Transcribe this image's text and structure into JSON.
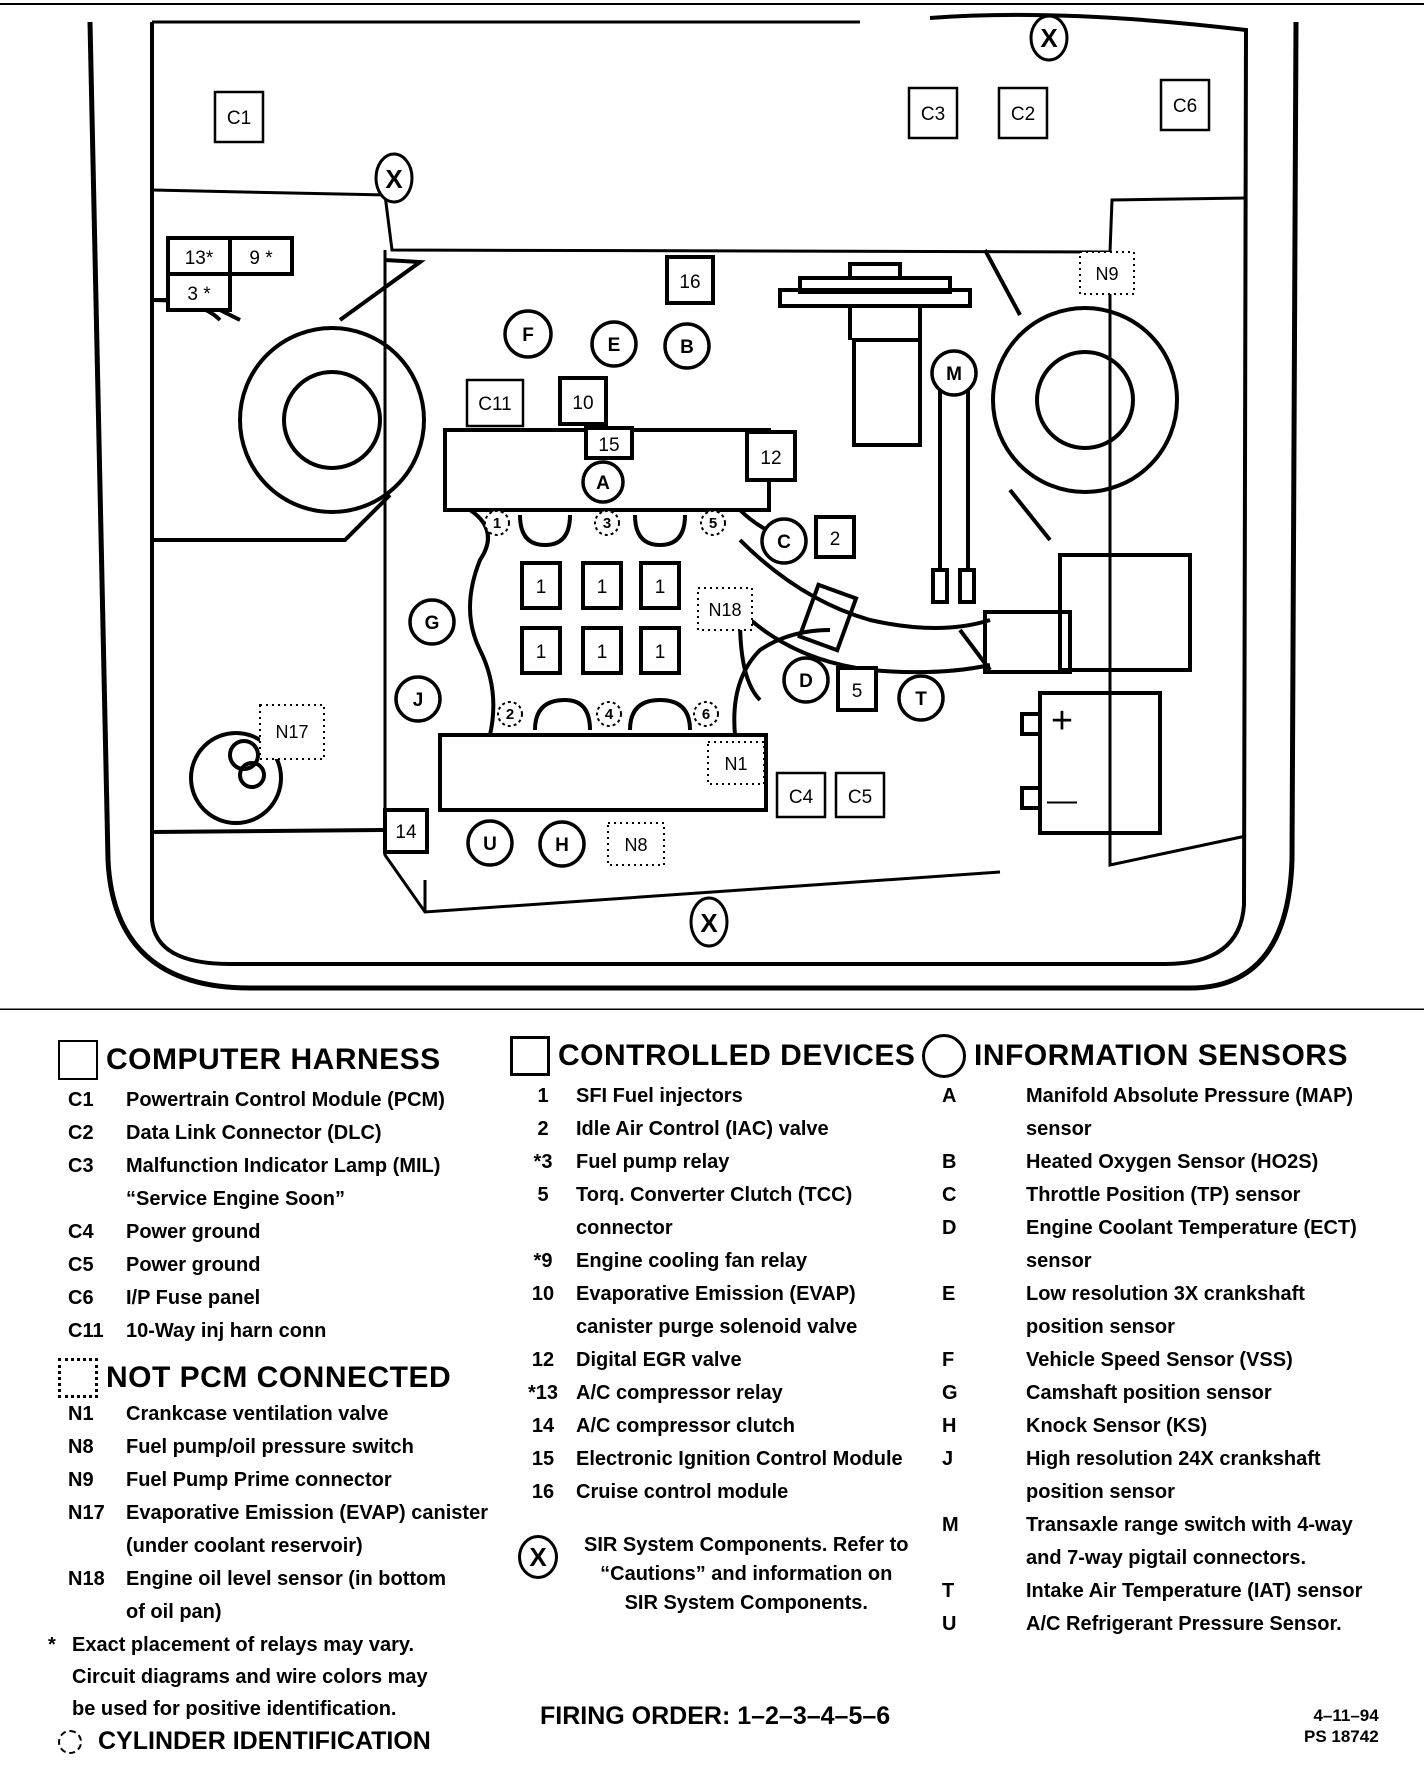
{
  "diagram": {
    "sir_marker": "X",
    "harness_boxes": [
      "C1",
      "C3",
      "C2",
      "C6",
      "C11",
      "C4",
      "C5"
    ],
    "device_boxes": [
      "13*",
      "9 *",
      "3 *",
      "16",
      "10",
      "15",
      "12",
      "2",
      "1",
      "1",
      "1",
      "1",
      "1",
      "1",
      "5",
      "14"
    ],
    "sensor_circles": [
      "F",
      "E",
      "B",
      "M",
      "A",
      "C",
      "G",
      "J",
      "D",
      "T",
      "U",
      "H"
    ],
    "not_pcm_boxes": [
      "N9",
      "N18",
      "N17",
      "N1",
      "N8"
    ],
    "cylinders": [
      "1",
      "3",
      "5",
      "2",
      "4",
      "6"
    ],
    "battery_plus": "+",
    "battery_minus": "—"
  },
  "legend": {
    "computer_harness": {
      "title": "COMPUTER HARNESS",
      "items": [
        {
          "code": "C1",
          "text": "Powertrain Control Module (PCM)"
        },
        {
          "code": "C2",
          "text": "Data Link Connector (DLC)"
        },
        {
          "code": "C3",
          "text": "Malfunction Indicator Lamp (MIL)"
        },
        {
          "code": "",
          "text": "“Service Engine Soon”"
        },
        {
          "code": "C4",
          "text": "Power ground"
        },
        {
          "code": "C5",
          "text": "Power ground"
        },
        {
          "code": "C6",
          "text": "I/P Fuse panel"
        },
        {
          "code": "C11",
          "text": "10-Way inj harn conn"
        }
      ]
    },
    "not_pcm": {
      "title": "NOT PCM CONNECTED",
      "items": [
        {
          "code": "N1",
          "text": "Crankcase ventilation valve"
        },
        {
          "code": "N8",
          "text": "Fuel pump/oil pressure switch"
        },
        {
          "code": "N9",
          "text": "Fuel Pump Prime connector"
        },
        {
          "code": "N17",
          "text": "Evaporative Emission (EVAP) canister"
        },
        {
          "code": "",
          "text": "(under coolant reservoir)"
        },
        {
          "code": "N18",
          "text": "Engine oil level sensor (in bottom"
        },
        {
          "code": "",
          "text": "of oil pan)"
        }
      ],
      "note_mark": "*",
      "note": [
        "Exact placement of relays may vary.",
        "Circuit diagrams and wire colors may",
        "be used for positive identification."
      ]
    },
    "controlled_devices": {
      "title": "CONTROLLED DEVICES",
      "items": [
        {
          "code": "1",
          "text": "SFI Fuel injectors"
        },
        {
          "code": "2",
          "text": "Idle Air Control (IAC) valve"
        },
        {
          "code": "*3",
          "text": "Fuel pump relay"
        },
        {
          "code": "5",
          "text": "Torq. Converter Clutch (TCC)"
        },
        {
          "code": "",
          "text": "connector"
        },
        {
          "code": "*9",
          "text": "Engine cooling fan relay"
        },
        {
          "code": "10",
          "text": "Evaporative Emission (EVAP)"
        },
        {
          "code": "",
          "text": "canister purge solenoid valve"
        },
        {
          "code": "12",
          "text": "Digital EGR valve"
        },
        {
          "code": "*13",
          "text": "A/C compressor relay"
        },
        {
          "code": "14",
          "text": "A/C compressor clutch"
        },
        {
          "code": "15",
          "text": "Electronic Ignition Control Module"
        },
        {
          "code": "16",
          "text": "Cruise control module"
        }
      ]
    },
    "sir": {
      "symbol": "X",
      "lines": [
        "SIR System Components.  Refer to",
        "“Cautions” and information  on",
        "SIR System Components."
      ]
    },
    "information_sensors": {
      "title": "INFORMATION SENSORS",
      "items": [
        {
          "code": "A",
          "text": "Manifold Absolute Pressure (MAP)"
        },
        {
          "code": "",
          "text": "sensor"
        },
        {
          "code": "B",
          "text": "Heated Oxygen Sensor (HO2S)"
        },
        {
          "code": "C",
          "text": "Throttle Position (TP) sensor"
        },
        {
          "code": "D",
          "text": "Engine Coolant Temperature (ECT)"
        },
        {
          "code": "",
          "text": "sensor"
        },
        {
          "code": "E",
          "text": "Low resolution 3X crankshaft"
        },
        {
          "code": "",
          "text": "position sensor"
        },
        {
          "code": "F",
          "text": "Vehicle Speed Sensor (VSS)"
        },
        {
          "code": "G",
          "text": "Camshaft position sensor"
        },
        {
          "code": "H",
          "text": "Knock Sensor (KS)"
        },
        {
          "code": "J",
          "text": "High resolution 24X crankshaft"
        },
        {
          "code": "",
          "text": "position sensor"
        },
        {
          "code": "M",
          "text": "Transaxle range switch with 4-way"
        },
        {
          "code": "",
          "text": "and 7-way pigtail connectors."
        },
        {
          "code": "T",
          "text": "Intake Air Temperature (IAT) sensor"
        },
        {
          "code": "U",
          "text": "A/C Refrigerant Pressure Sensor."
        }
      ]
    },
    "cylinder_id": "CYLINDER IDENTIFICATION",
    "firing_order": "FIRING ORDER: 1–2–3–4–5–6",
    "date": "4–11–94",
    "ps": "PS 18742"
  }
}
